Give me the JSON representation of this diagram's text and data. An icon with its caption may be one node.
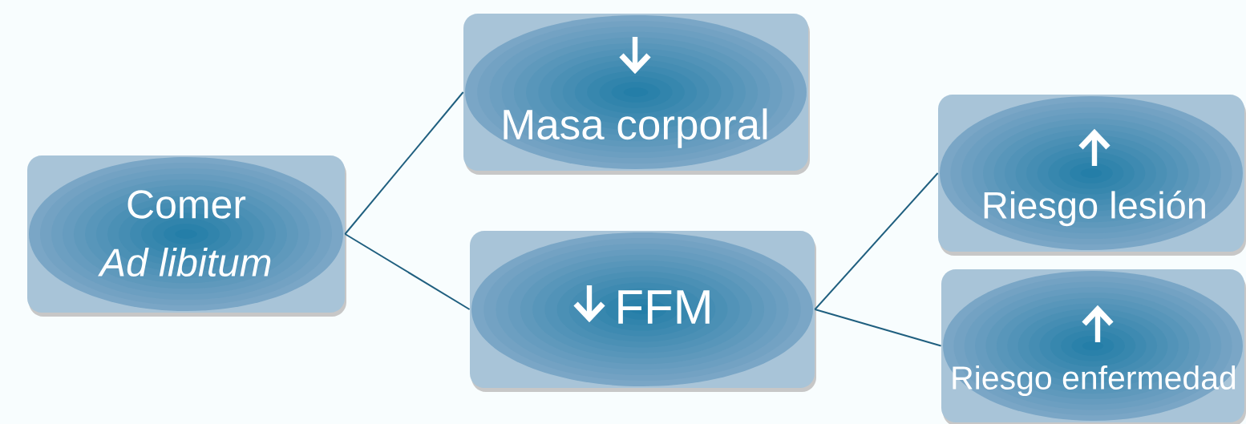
{
  "diagram": {
    "nodes": [
      {
        "text": [
          "Comer",
          "Ad libitum"
        ]
      },
      {
        "text": [
          "Masa corporal"
        ]
      },
      {
        "text": [
          "FFM"
        ]
      },
      {
        "text": [
          "Riesgo lesión"
        ]
      },
      {
        "text": [
          "Riesgo enfermedad"
        ]
      }
    ],
    "edges": [
      {
        "from": 0,
        "to": 1,
        "arrow": "none"
      },
      {
        "from": 0,
        "to": 2,
        "arrow": "none"
      },
      {
        "from": 2,
        "to": 3,
        "arrow": "none"
      },
      {
        "from": 2,
        "to": 4,
        "arrow": "none"
      }
    ]
  }
}
